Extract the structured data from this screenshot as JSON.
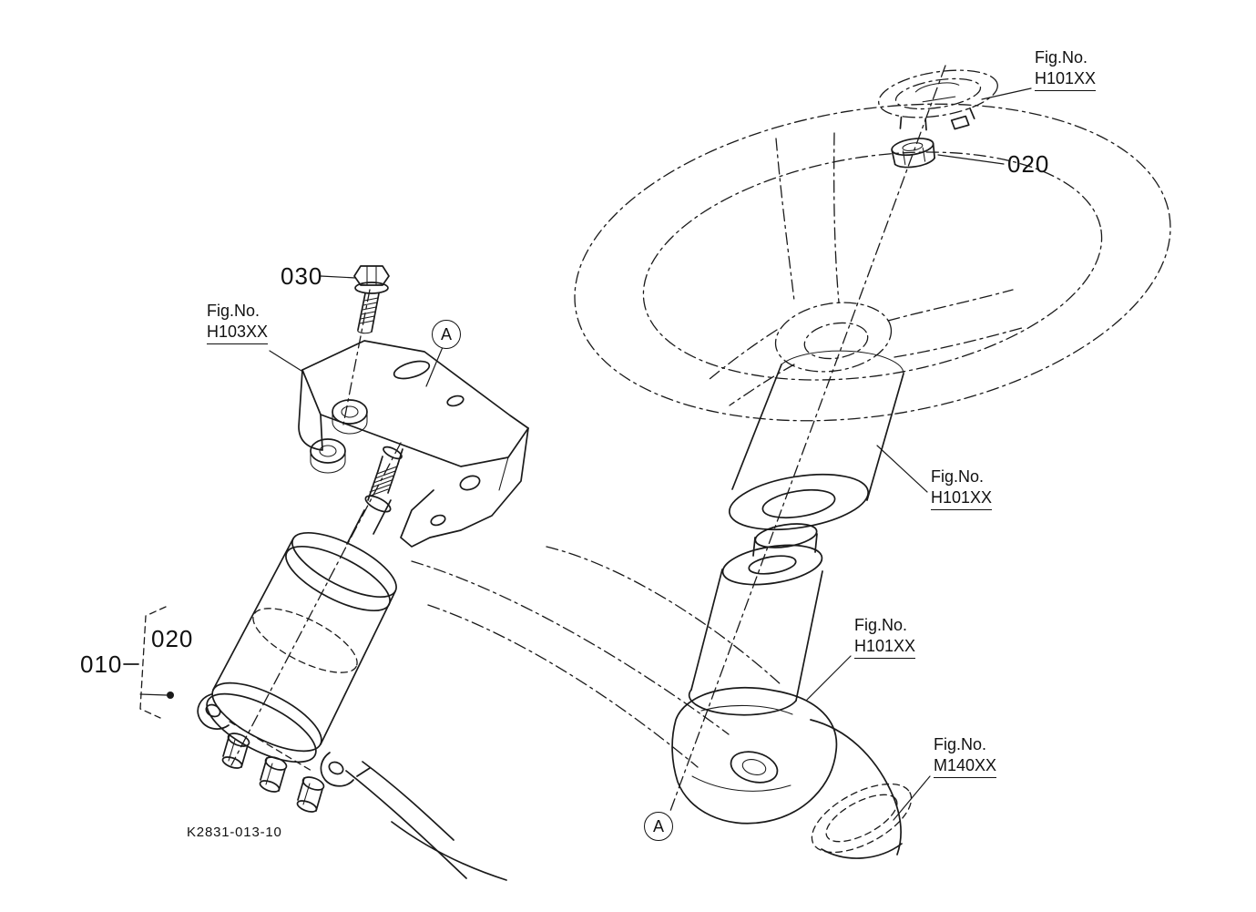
{
  "page": {
    "background": "#ffffff",
    "line_color": "#1a1a1a"
  },
  "labels": {
    "fig_no": "Fig.No.",
    "fig_h101": "H101XX",
    "fig_h103": "H103XX",
    "fig_m140": "M140XX",
    "callout_030": "030",
    "callout_020": "020",
    "callout_010": "010",
    "view_ref_a": "A",
    "drawing_number": "K2831-013-10"
  }
}
